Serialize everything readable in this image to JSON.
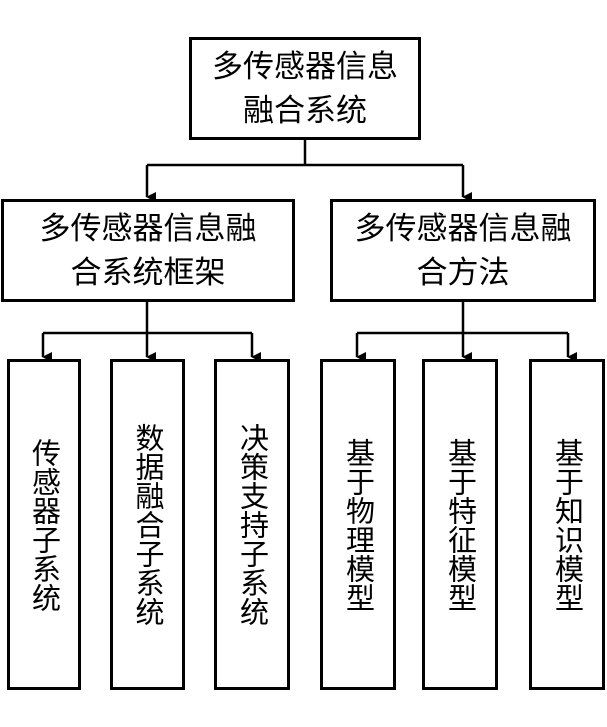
{
  "root": {
    "line1": "多传感器信息",
    "line2": "融合系统"
  },
  "framework": {
    "line1": "多传感器信息融",
    "line2": "合系统框架"
  },
  "methods": {
    "line1": "多传感器信息融",
    "line2": "合方法"
  },
  "leaves": [
    {
      "text": "传感器子系统"
    },
    {
      "text": "数据融合子系统"
    },
    {
      "text": "决策支持子系统"
    },
    {
      "text": "基于物理模型"
    },
    {
      "text": "基于特征模型"
    },
    {
      "text": "基于知识模型"
    }
  ]
}
